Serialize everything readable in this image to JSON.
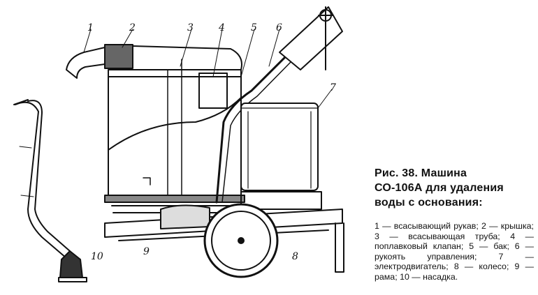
{
  "figure": {
    "labels": [
      "1",
      "2",
      "3",
      "4",
      "5",
      "6",
      "7",
      "8",
      "9",
      "10"
    ]
  },
  "caption": {
    "title_line1": "Рис.     38.     Машина",
    "title_line2": "СО-106А  для  удаления",
    "title_line3": "воды с основания:",
    "legend": "1 — всасывающий рукав; 2 — крышка; 3 — всасывающая труба; 4 — поплавковый клапан; 5 — бак; 6 — рукоять управления; 7 — электродвигатель; 8 — колесо; 9 — рама; 10 — насадка."
  }
}
